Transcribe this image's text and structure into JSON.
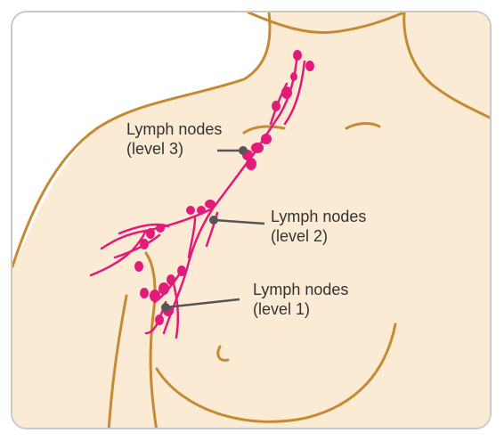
{
  "labels": {
    "level3": {
      "title": "Lymph nodes",
      "level": "(level 3)"
    },
    "level2": {
      "title": "Lymph nodes",
      "level": "(level 2)"
    },
    "level1": {
      "title": "Lymph nodes",
      "level": "(level 1)"
    }
  },
  "colors": {
    "skin": "#fbebd4",
    "outline": "#c58a33",
    "lymph": "#e21b7a",
    "pointer": "#555555",
    "frame": "#c9c9c9"
  }
}
